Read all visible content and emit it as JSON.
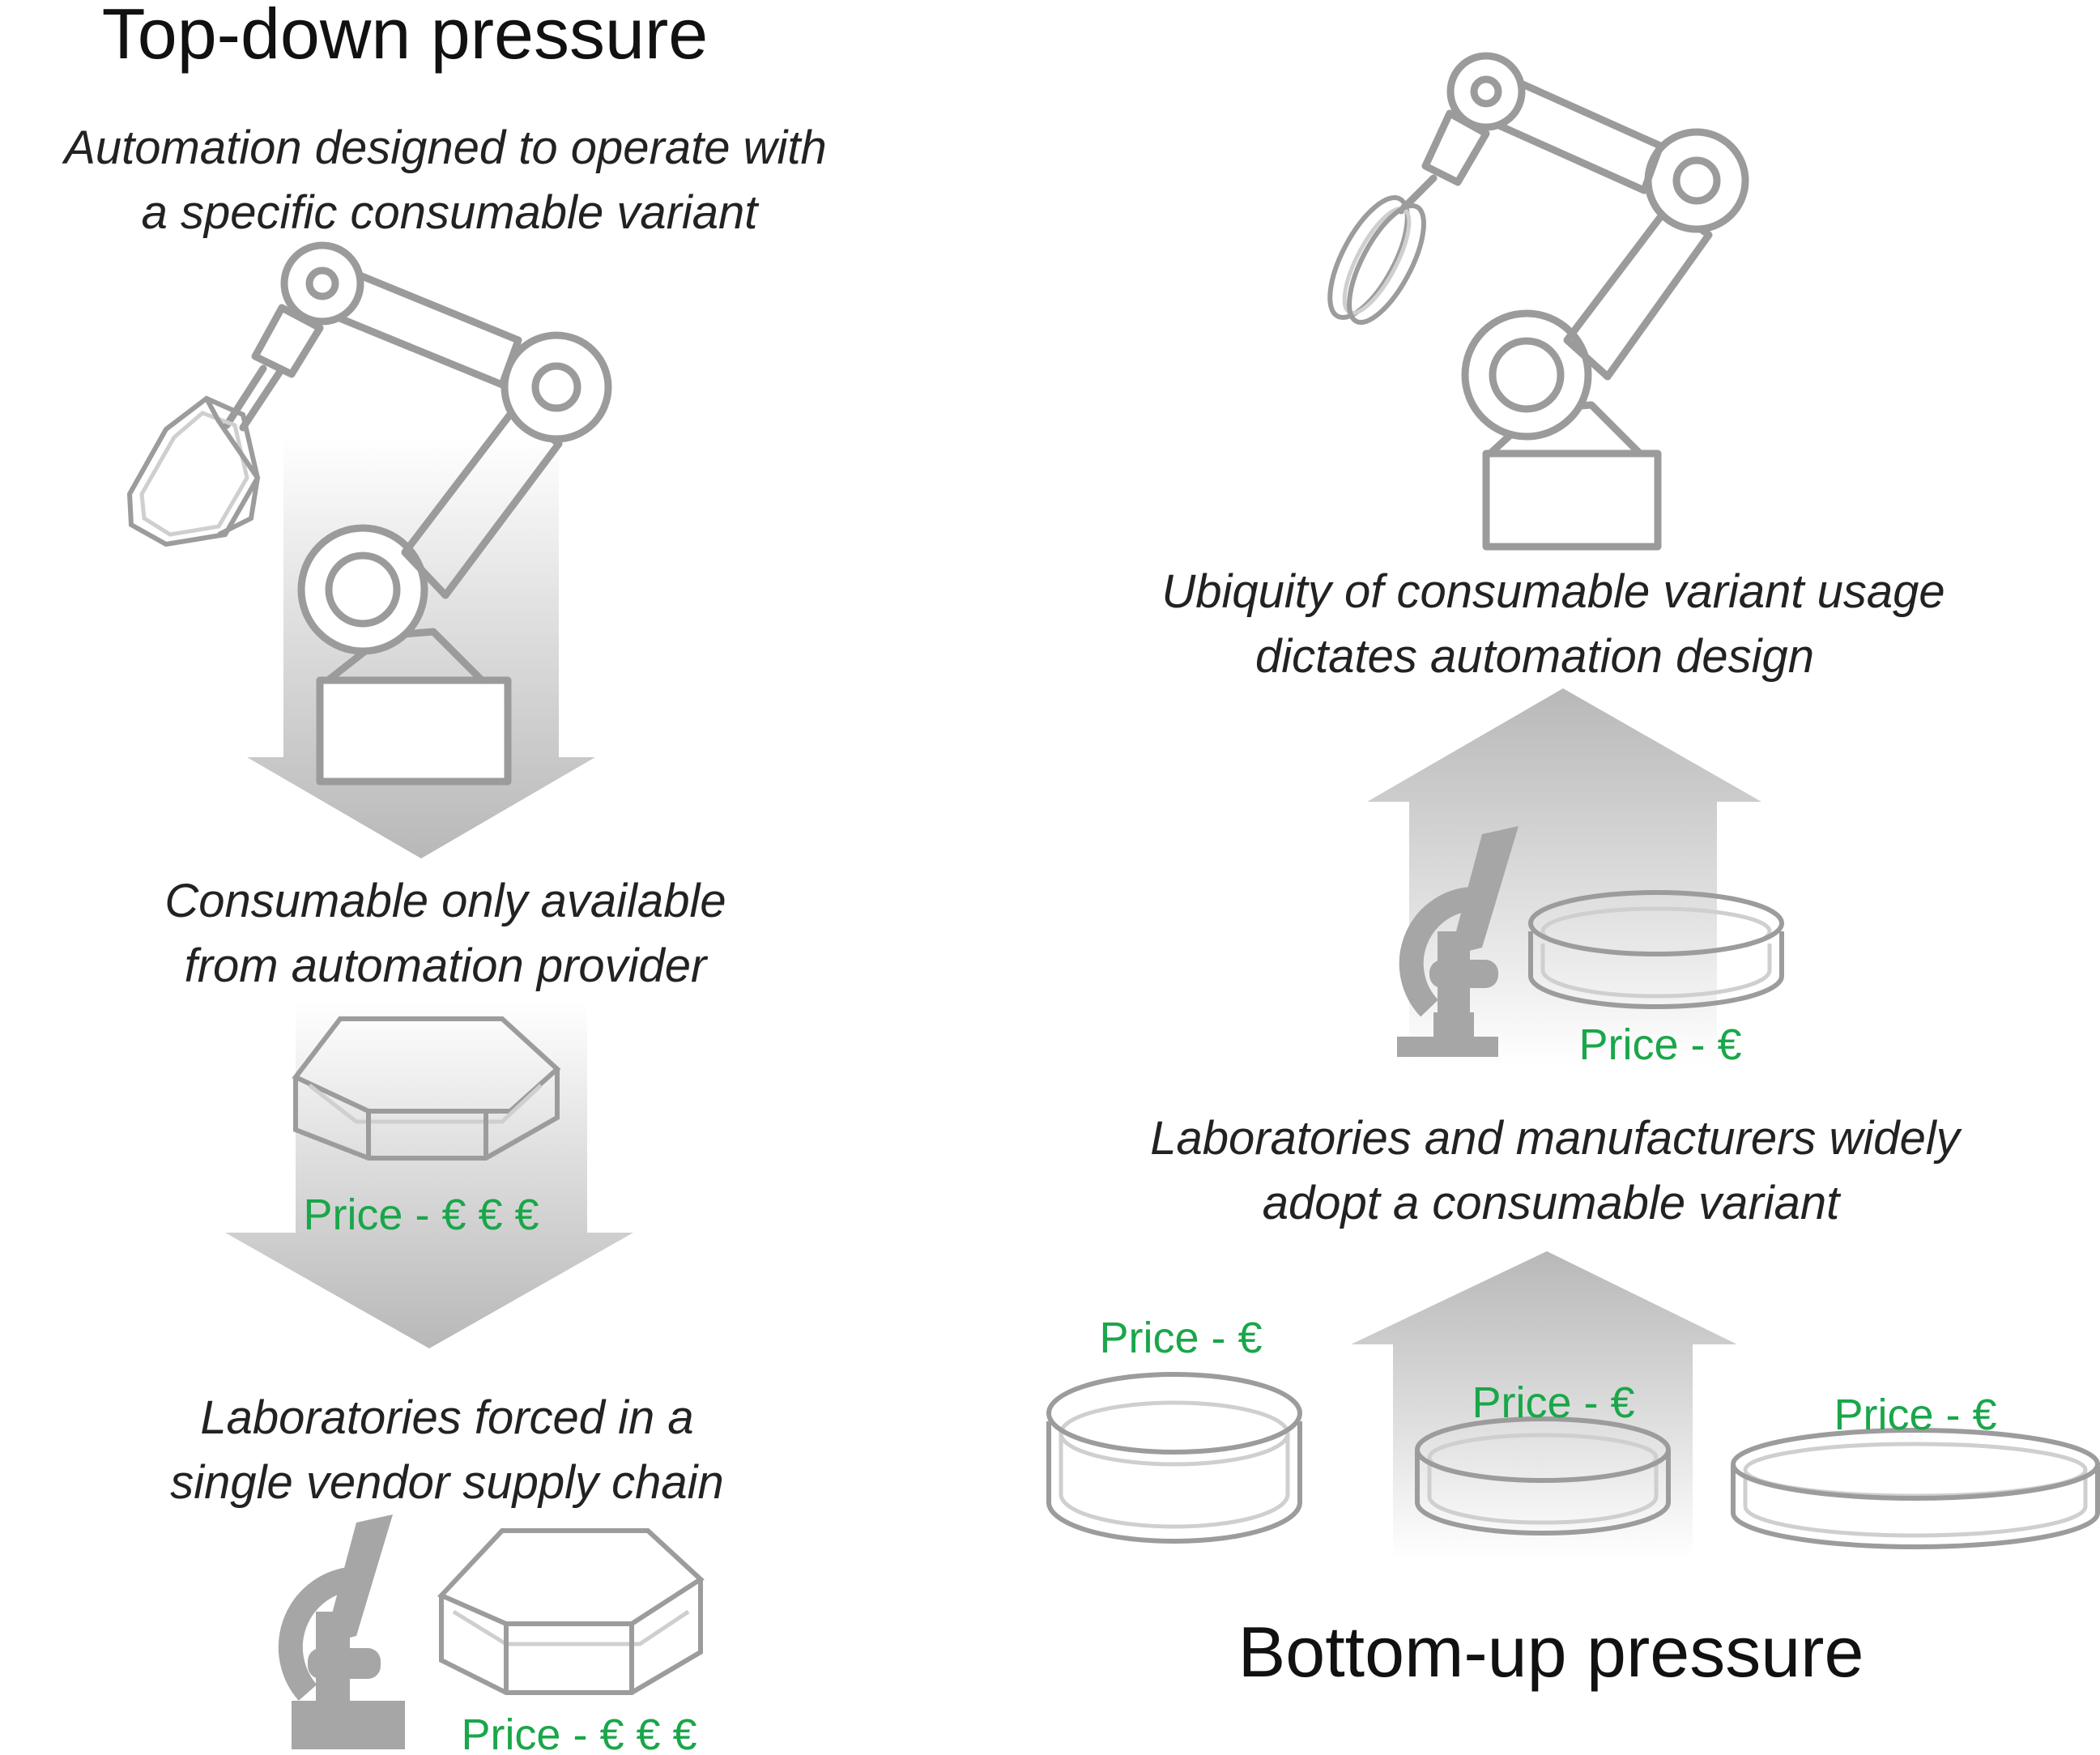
{
  "top_down": {
    "heading": "Top-down pressure",
    "caption_automation": [
      "Automation designed to operate with",
      "a specific consumable variant"
    ],
    "caption_consumable": [
      "Consumable only available",
      "from automation provider"
    ],
    "price_provider": "Price - € € €",
    "caption_laboratories": [
      "Laboratories forced in a",
      "single vendor supply chain"
    ],
    "price_lab": "Price - € € €"
  },
  "bottom_up": {
    "heading": "Bottom-up pressure",
    "caption_ubiquity": [
      "Ubiquity of consumable variant usage",
      "dictates automation design"
    ],
    "price_lab": "Price - €",
    "caption_adopt": [
      "Laboratories and manufacturers widely",
      "adopt a consumable variant"
    ],
    "price_dish_left": "Price - €",
    "price_dish_center": "Price - €",
    "price_dish_right": "Price - €"
  }
}
